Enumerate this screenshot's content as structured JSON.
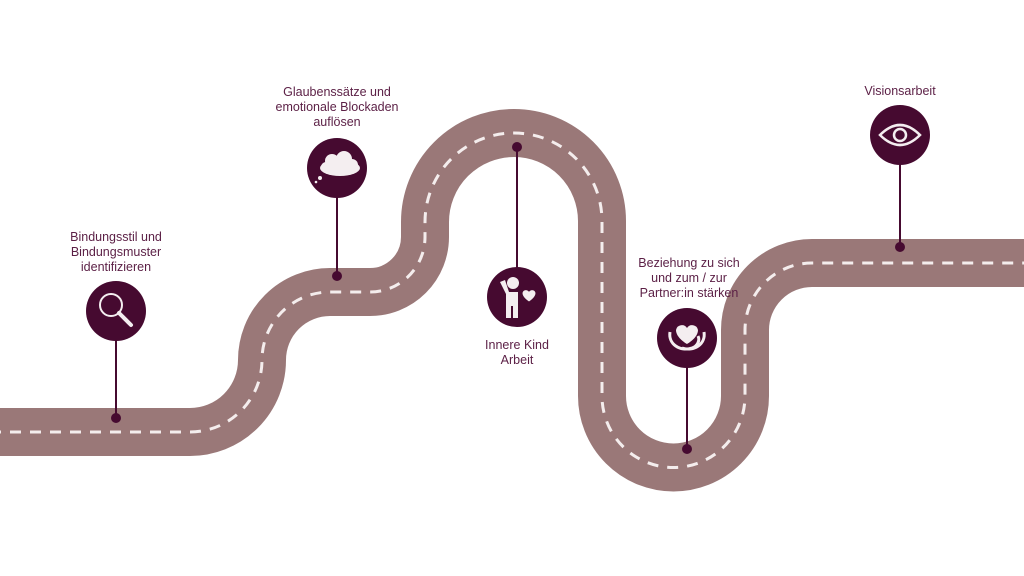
{
  "colors": {
    "road": "#9a7878",
    "dash": "#f4eded",
    "pin": "#460a30",
    "text": "#5b1f45",
    "icon": "#f4eef0"
  },
  "milestones": [
    {
      "icon": "magnifier-icon",
      "lines": [
        "Bindungsstil und",
        "Bindungsmuster",
        "identifizieren"
      ]
    },
    {
      "icon": "thought-cloud-icon",
      "lines": [
        "Glaubenssätze und",
        "emotionale Blockaden",
        "auflösen"
      ]
    },
    {
      "icon": "child-heart-icon",
      "lines": [
        "Innere Kind",
        "Arbeit"
      ]
    },
    {
      "icon": "hug-heart-icon",
      "lines": [
        "Beziehung zu sich",
        "und zum / zur",
        "Partner:in stärken"
      ]
    },
    {
      "icon": "eye-icon",
      "lines": [
        "Visionsarbeit"
      ]
    }
  ]
}
